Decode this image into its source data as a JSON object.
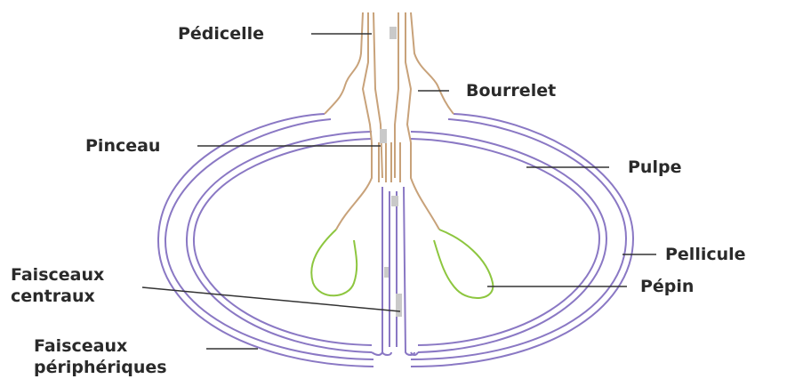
{
  "labels": {
    "pedicelle": "Pédicelle",
    "bourrelet": "Bourrelet",
    "pinceau": "Pinceau",
    "pulpe": "Pulpe",
    "pellicule": "Pellicule",
    "pepin": "Pépin",
    "faisceaux_centraux_1": "Faisceaux",
    "faisceaux_centraux_2": "centraux",
    "faisceaux_peripheriques_1": "Faisceaux",
    "faisceaux_peripheriques_2": "périphériques"
  },
  "colors": {
    "vascular": "#8a78c4",
    "stem": "#c8a27a",
    "seed": "#8dc63f",
    "leader": "#333333",
    "bundle_highlight": "#c9c9c9"
  }
}
